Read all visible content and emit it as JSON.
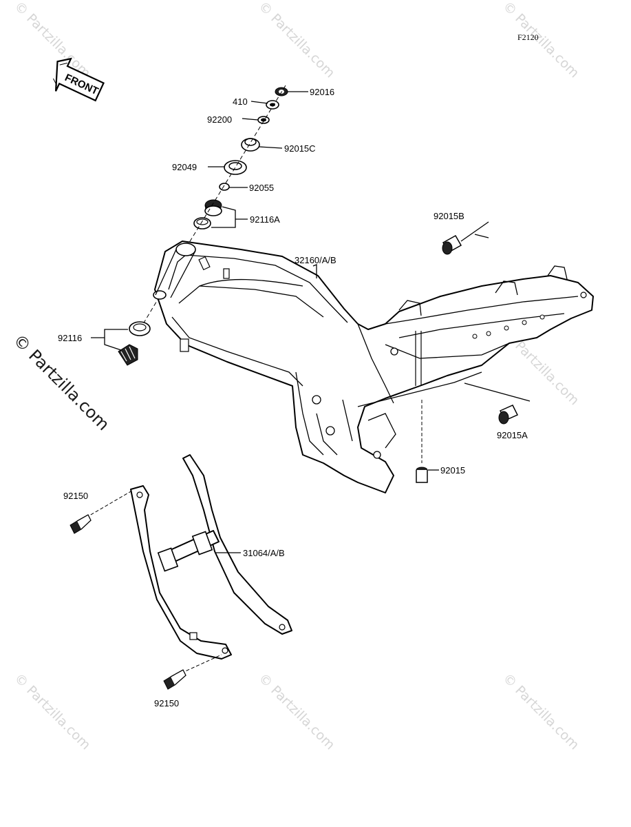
{
  "diagram_code": "F2120",
  "front_arrow_text": "FRONT",
  "watermark": "© Partzilla.com",
  "side_watermark": "© Partzilla.com",
  "parts": [
    {
      "id": "p-92016",
      "label": "92016"
    },
    {
      "id": "p-410",
      "label": "410"
    },
    {
      "id": "p-92200",
      "label": "92200"
    },
    {
      "id": "p-92015c",
      "label": "92015C"
    },
    {
      "id": "p-92049",
      "label": "92049"
    },
    {
      "id": "p-92055",
      "label": "92055"
    },
    {
      "id": "p-92116a",
      "label": "92116A"
    },
    {
      "id": "p-92015b",
      "label": "92015B"
    },
    {
      "id": "p-32160",
      "label": "32160/A/B"
    },
    {
      "id": "p-92116",
      "label": "92116"
    },
    {
      "id": "p-92015a",
      "label": "92015A"
    },
    {
      "id": "p-92015",
      "label": "92015"
    },
    {
      "id": "p-92150-top",
      "label": "92150"
    },
    {
      "id": "p-31064",
      "label": "31064/A/B"
    },
    {
      "id": "p-92150-bottom",
      "label": "92150"
    }
  ]
}
